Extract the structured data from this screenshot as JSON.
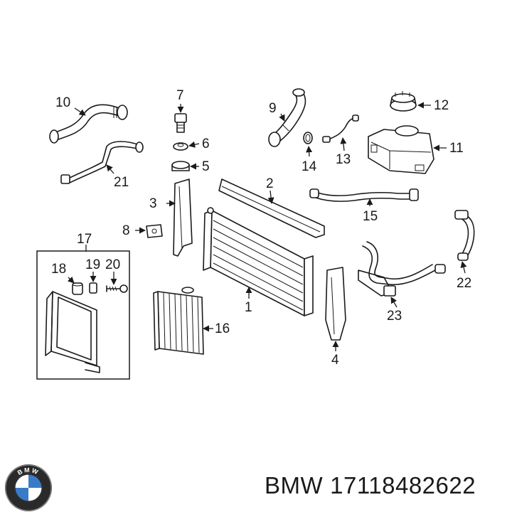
{
  "callouts": [
    "1",
    "2",
    "3",
    "4",
    "5",
    "6",
    "7",
    "8",
    "9",
    "10",
    "11",
    "12",
    "13",
    "14",
    "15",
    "16",
    "17",
    "18",
    "19",
    "20",
    "21",
    "22",
    "23"
  ],
  "footer": {
    "brand": "BMW",
    "part_number": "17118482622"
  },
  "logo": {
    "letters": "BMW",
    "colors": {
      "blue": "#3a7bc8",
      "black": "#1a1a1a",
      "ring": "#2a2a2a"
    }
  },
  "diagram_color": "#1a1a1a"
}
